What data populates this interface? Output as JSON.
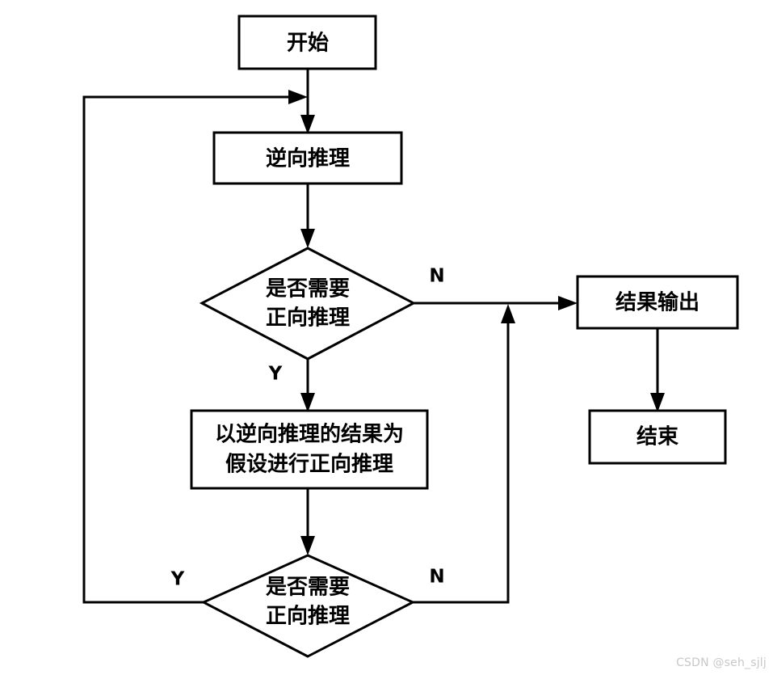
{
  "diagram": {
    "type": "flowchart",
    "orientation": "top-to-bottom",
    "background_color": "#ffffff",
    "line_color": "#000000",
    "text_color": "#000000",
    "nodes": [
      {
        "id": "start",
        "shape": "rectangle",
        "label": "开始"
      },
      {
        "id": "backward",
        "shape": "rectangle",
        "label": "逆向推理"
      },
      {
        "id": "decision1",
        "shape": "diamond",
        "label_line1": "是否需要",
        "label_line2": "正向推理"
      },
      {
        "id": "process",
        "shape": "rectangle",
        "label_line1": "以逆向推理的结果为",
        "label_line2": "假设进行正向推理"
      },
      {
        "id": "decision2",
        "shape": "diamond",
        "label_line1": "是否需要",
        "label_line2": "正向推理"
      },
      {
        "id": "output",
        "shape": "rectangle",
        "label": "结果输出"
      },
      {
        "id": "end",
        "shape": "rectangle",
        "label": "结束"
      }
    ],
    "edge_labels": {
      "decision1_no": "N",
      "decision1_yes": "Y",
      "decision2_yes": "Y",
      "decision2_no": "N"
    }
  },
  "watermark": {
    "text": "CSDN @seh_sjlj",
    "color": "#c8c8c8"
  }
}
